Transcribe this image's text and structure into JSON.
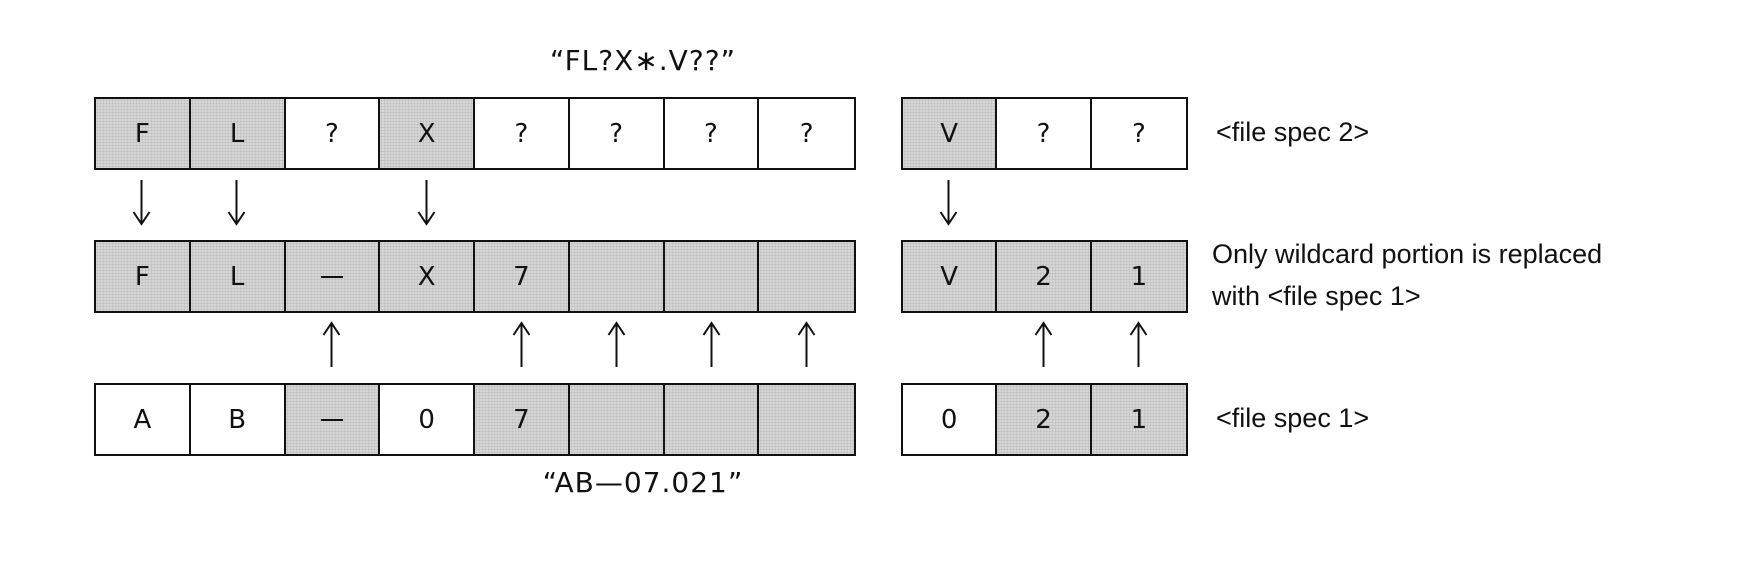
{
  "spec2": {
    "quote": "“FL?X∗.V??”",
    "name_chars": [
      "F",
      "L",
      "?",
      "X",
      "?",
      "?",
      "?",
      "?"
    ],
    "name_shaded": [
      true,
      true,
      false,
      true,
      false,
      false,
      false,
      false
    ],
    "ext_chars": [
      "V",
      "?",
      "?"
    ],
    "ext_shaded": [
      true,
      false,
      false
    ],
    "label": "<file spec 2>"
  },
  "result": {
    "name_chars": [
      "F",
      "L",
      "—",
      "X",
      "7",
      "",
      "",
      ""
    ],
    "name_shaded": [
      true,
      true,
      true,
      true,
      true,
      true,
      true,
      true
    ],
    "ext_chars": [
      "V",
      "2",
      "1"
    ],
    "ext_shaded": [
      true,
      true,
      true
    ],
    "label_line1": "Only wildcard portion is replaced",
    "label_line2": "with <file spec 1>"
  },
  "spec1": {
    "quote": "“AB—07.021”",
    "name_chars": [
      "A",
      "B",
      "—",
      "0",
      "7",
      "",
      "",
      ""
    ],
    "name_shaded": [
      false,
      false,
      true,
      false,
      true,
      true,
      true,
      true
    ],
    "ext_chars": [
      "0",
      "2",
      "1"
    ],
    "ext_shaded": [
      false,
      true,
      true
    ],
    "label": "<file spec 1>"
  },
  "arrows": {
    "down_name_cells": [
      0,
      1,
      3
    ],
    "down_ext_cells": [
      0
    ],
    "up_name_cells": [
      2,
      4,
      5,
      6,
      7
    ],
    "up_ext_cells": [
      1,
      2
    ]
  }
}
